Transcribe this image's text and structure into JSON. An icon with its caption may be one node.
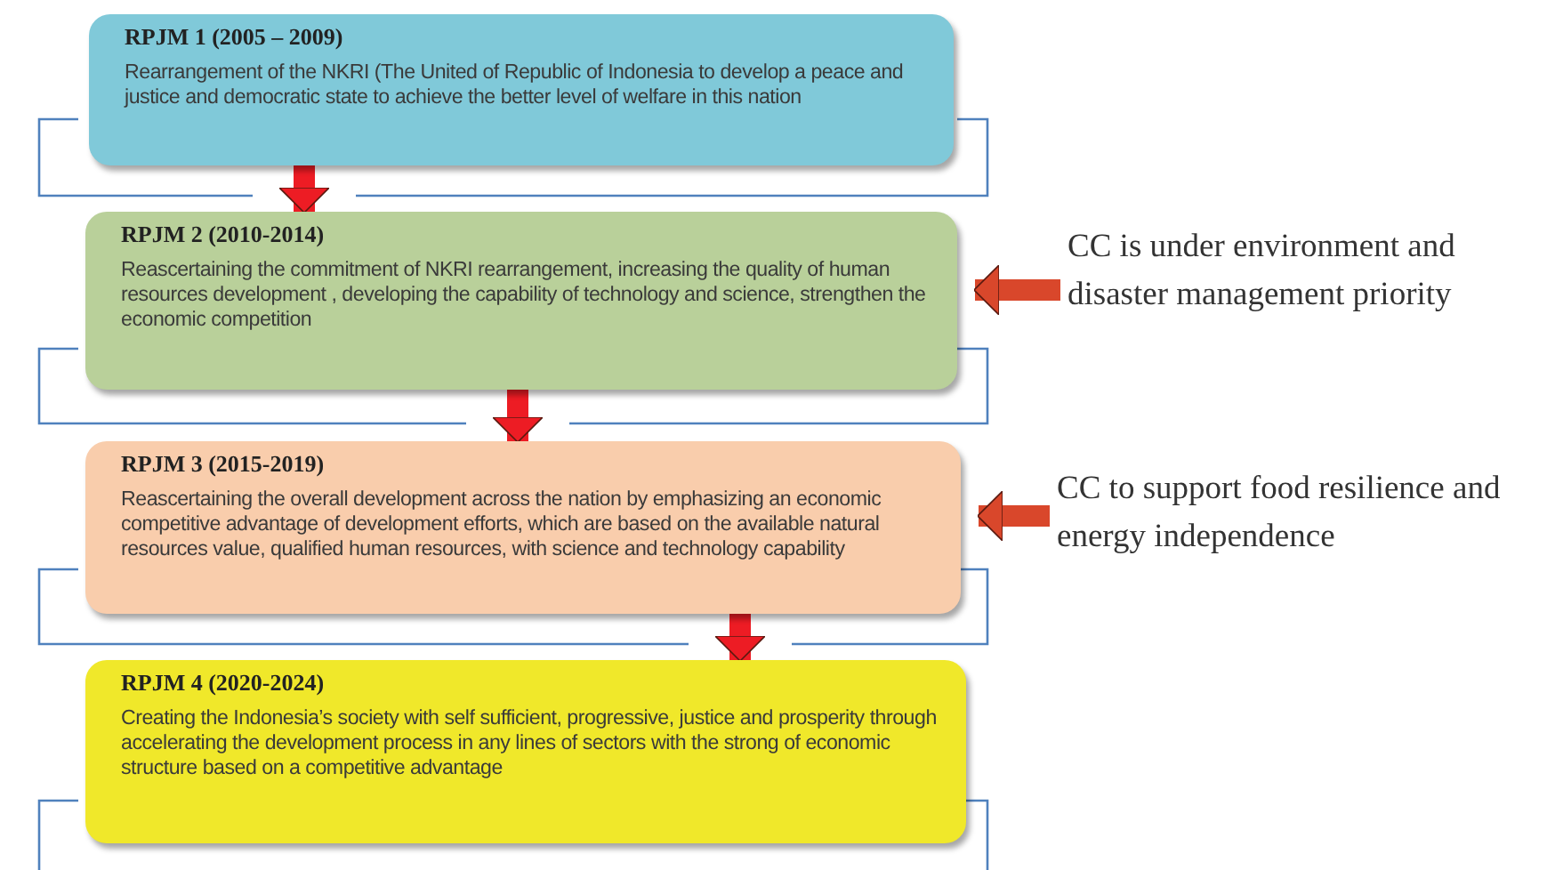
{
  "diagram": {
    "nodes": [
      {
        "text": [
          "RPJM 1 (2005 – 2009)",
          "Rearrangement of the NKRI (The United of Republic of Indonesia  to develop a peace and justice and democratic state to achieve the better level  of welfare in this nation"
        ]
      },
      {
        "text": [
          "RPJM 2 (2010-2014)",
          "Reascertaining the commitment of NKRI rearrangement, increasing the quality of human resources development , developing the capability of technology and science, strengthen the economic competition"
        ]
      },
      {
        "text": [
          "RPJM 3 (2015-2019)",
          "Reascertaining the overall development  across the nation  by emphasizing an economic competitive advantage of development efforts,  which are based on the available natural resources value,  qualified human resources, with science and technology capability"
        ]
      },
      {
        "text": [
          "RPJM 4 (2020-2024)",
          "Creating  the Indonesia’s society with self sufficient,  progressive,  justice and prosperity through accelerating the development  process in any lines of sectors with the strong of economic structure based on a competitive advantage"
        ]
      },
      {
        "text": [
          "CC is under environment and disaster management priority"
        ]
      },
      {
        "text": [
          "CC to support food resilience and energy independence"
        ]
      }
    ],
    "edges": [
      {
        "from": 0,
        "to": 1,
        "arrow": "to"
      },
      {
        "from": 1,
        "to": 2,
        "arrow": "to"
      },
      {
        "from": 2,
        "to": 3,
        "arrow": "to"
      },
      {
        "from": 4,
        "to": 1,
        "arrow": "to",
        "color": "#d9472b"
      },
      {
        "from": 5,
        "to": 2,
        "arrow": "to",
        "color": "#d9472b"
      }
    ]
  }
}
